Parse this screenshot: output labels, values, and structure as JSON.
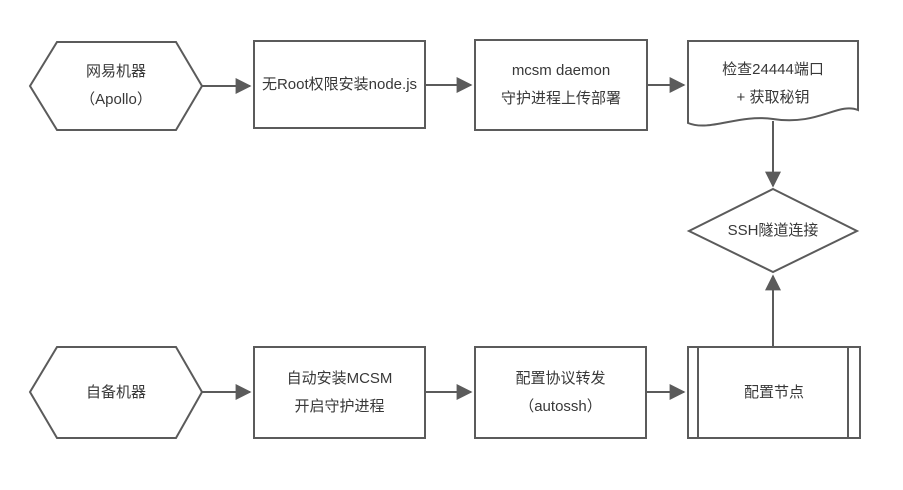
{
  "diagram": {
    "background_color": "#ffffff",
    "stroke_color": "#5b5b5b",
    "text_color": "#383838",
    "nodes": [
      {
        "id": "apollo",
        "shape": "hexagon",
        "lines": [
          "网易机器",
          "（Apollo）"
        ]
      },
      {
        "id": "install-node",
        "shape": "rect",
        "lines": [
          "无Root权限安装node.js"
        ]
      },
      {
        "id": "mcsm-daemon",
        "shape": "rect",
        "lines": [
          "mcsm daemon",
          "守护进程上传部署"
        ]
      },
      {
        "id": "check-port",
        "shape": "document",
        "lines": [
          "检查24444端口",
          "+ 获取秘钥"
        ]
      },
      {
        "id": "ssh-tunnel",
        "shape": "diamond",
        "lines": [
          "SSH隧道连接"
        ]
      },
      {
        "id": "own-machine",
        "shape": "hexagon",
        "lines": [
          "自备机器"
        ]
      },
      {
        "id": "install-mcsm",
        "shape": "rect",
        "lines": [
          "自动安装MCSM",
          "开启守护进程"
        ]
      },
      {
        "id": "protocol-forward",
        "shape": "rect",
        "lines": [
          "配置协议转发",
          "（autossh）"
        ]
      },
      {
        "id": "config-node",
        "shape": "predefined-process",
        "lines": [
          "配置节点"
        ]
      }
    ],
    "edges": [
      {
        "from": "apollo",
        "to": "install-node"
      },
      {
        "from": "install-node",
        "to": "mcsm-daemon"
      },
      {
        "from": "mcsm-daemon",
        "to": "check-port"
      },
      {
        "from": "check-port",
        "to": "ssh-tunnel"
      },
      {
        "from": "config-node",
        "to": "ssh-tunnel"
      },
      {
        "from": "own-machine",
        "to": "install-mcsm"
      },
      {
        "from": "install-mcsm",
        "to": "protocol-forward"
      },
      {
        "from": "protocol-forward",
        "to": "config-node"
      }
    ]
  }
}
